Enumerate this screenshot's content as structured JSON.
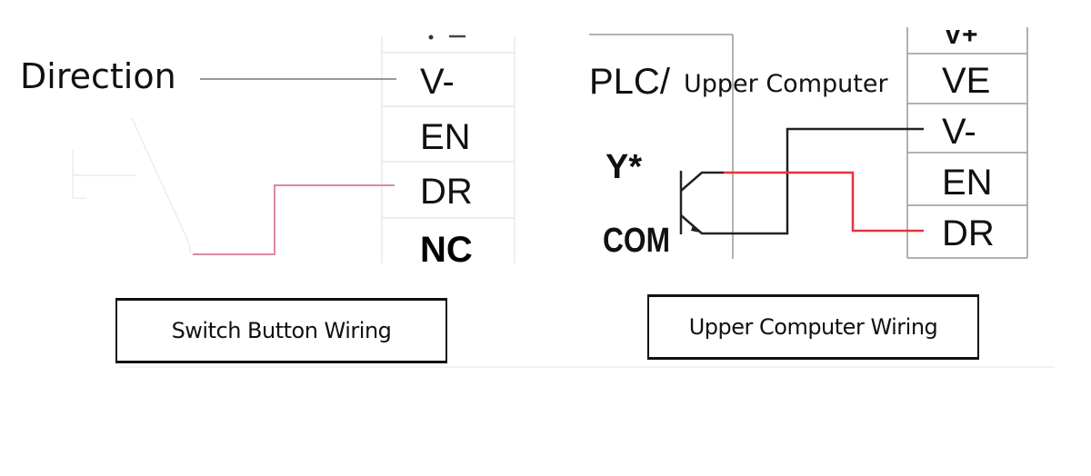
{
  "left_panel": {
    "signal_label": "Direction",
    "terminals": [
      "V-",
      "EN",
      "DR",
      "NC"
    ],
    "partial_top_terminal": "V+",
    "caption": "Switch Button Wiring",
    "wire_color": "#e0a0b0"
  },
  "right_panel": {
    "controller_label_prefix": "PLC/",
    "controller_label_suffix": "Upper Computer",
    "output_label": "Y*",
    "common_label": "COM",
    "terminals": [
      "VE",
      "V-",
      "EN",
      "DR"
    ],
    "partial_top_terminal": "V+",
    "caption": "Upper Computer Wiring",
    "signal_wire_color": "#e8323a",
    "common_wire_color": "#222222"
  },
  "colors": {
    "line": "#111111",
    "grid": "#bbbbbb",
    "faint": "#e6e6e6"
  }
}
